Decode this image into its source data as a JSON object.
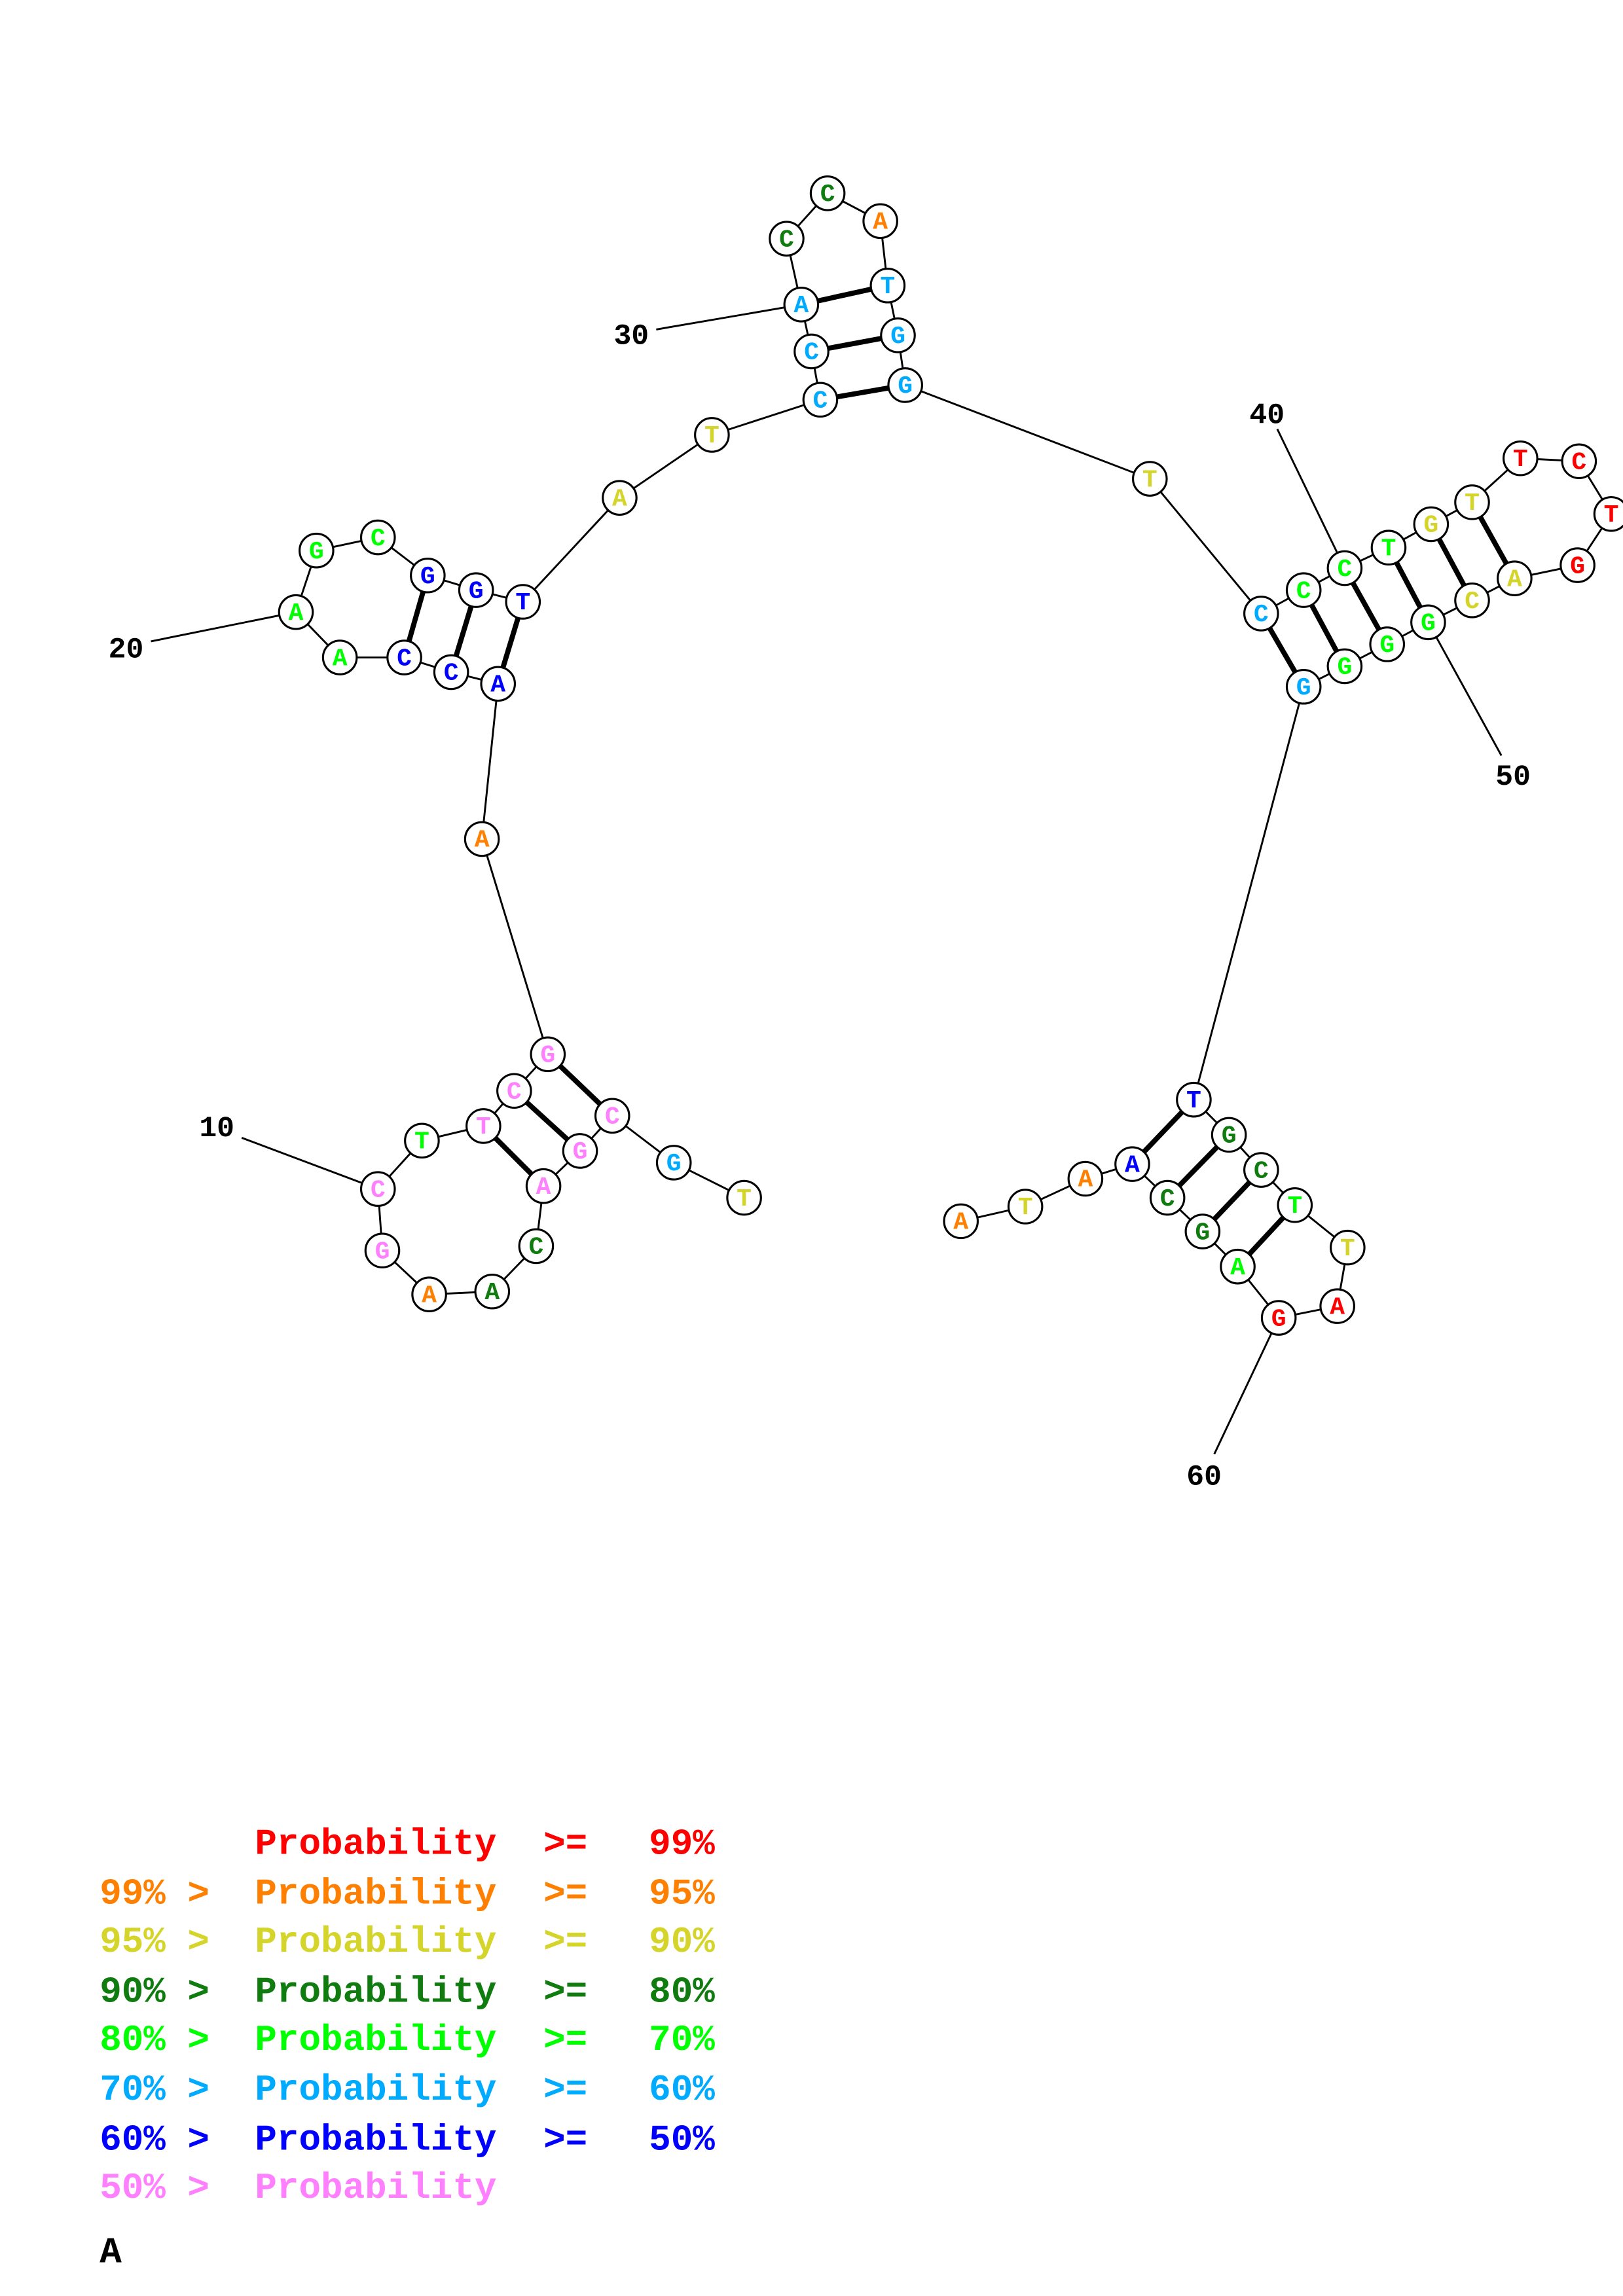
{
  "structure": {
    "sequence": "TGCGACAAGCTTCGAACCAAGCGGTATCCACCATGGTCCCTGTTCTGACGGGGTGCTTAGAGCAATA",
    "probability_class": [
      2,
      5,
      7,
      7,
      7,
      3,
      3,
      1,
      7,
      7,
      4,
      7,
      7,
      7,
      1,
      6,
      6,
      6,
      4,
      4,
      4,
      4,
      6,
      6,
      6,
      2,
      2,
      5,
      5,
      5,
      3,
      3,
      1,
      5,
      5,
      5,
      2,
      5,
      4,
      4,
      4,
      2,
      2,
      0,
      0,
      0,
      0,
      2,
      2,
      4,
      4,
      4,
      5,
      6,
      3,
      3,
      4,
      2,
      0,
      0,
      4,
      3,
      3,
      6,
      1,
      2,
      1
    ],
    "pairs": [
      [
        14,
        3
      ],
      [
        13,
        4
      ],
      [
        12,
        5
      ],
      [
        18,
        23
      ],
      [
        17,
        24
      ],
      [
        16,
        25
      ],
      [
        28,
        36
      ],
      [
        29,
        35
      ],
      [
        30,
        34
      ],
      [
        38,
        53
      ],
      [
        39,
        52
      ],
      [
        40,
        51
      ],
      [
        41,
        50
      ],
      [
        42,
        49
      ],
      [
        43,
        48
      ],
      [
        54,
        64
      ],
      [
        55,
        63
      ],
      [
        56,
        62
      ],
      [
        57,
        61
      ]
    ],
    "position_labels": [
      "10",
      "20",
      "30",
      "40",
      "50",
      "60"
    ]
  },
  "colors": [
    "#ff0000",
    "#ff8000",
    "#d4d42a",
    "#107c10",
    "#00ff00",
    "#00aaff",
    "#0000ff",
    "#ff80ff"
  ],
  "legend": [
    {
      "prefix": "",
      "label": "Probability",
      "op": ">=",
      "value": "99%"
    },
    {
      "prefix": "99% >",
      "label": "Probability",
      "op": ">=",
      "value": "95%"
    },
    {
      "prefix": "95% >",
      "label": "Probability",
      "op": ">=",
      "value": "90%"
    },
    {
      "prefix": "90% >",
      "label": "Probability",
      "op": ">=",
      "value": "80%"
    },
    {
      "prefix": "80% >",
      "label": "Probability",
      "op": ">=",
      "value": "70%"
    },
    {
      "prefix": "70% >",
      "label": "Probability",
      "op": ">=",
      "value": "60%"
    },
    {
      "prefix": "60% >",
      "label": "Probability",
      "op": ">=",
      "value": "50%"
    },
    {
      "prefix": "50% >",
      "label": "Probability",
      "op": "",
      "value": ""
    }
  ],
  "panel_label": "A"
}
